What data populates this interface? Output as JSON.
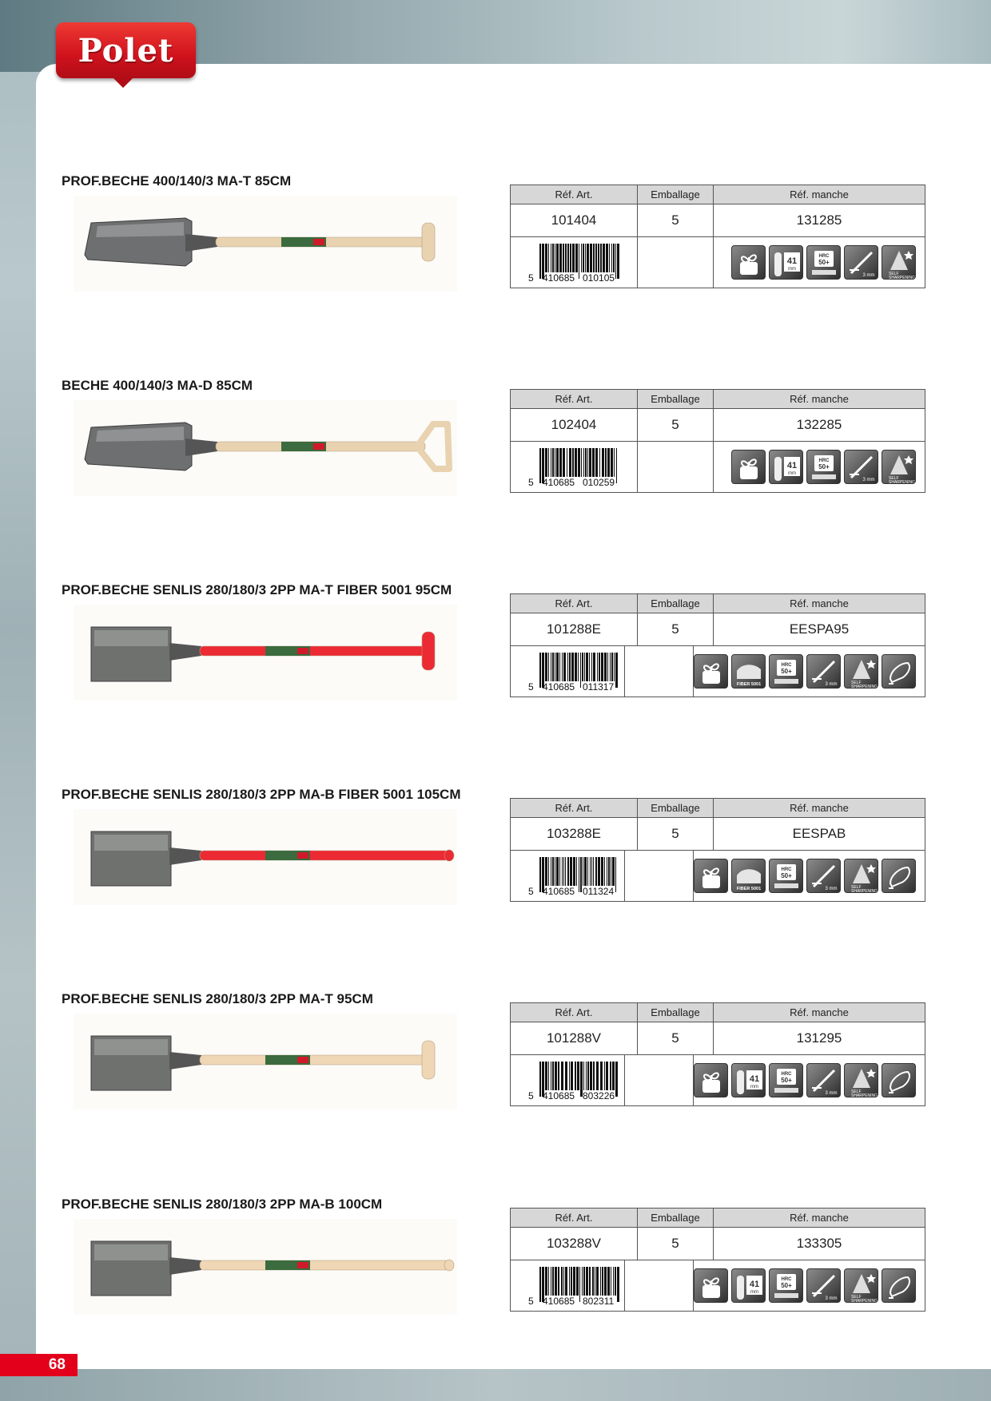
{
  "brand": {
    "name": "Polet"
  },
  "headers": {
    "ref_art": "Réf. Art.",
    "emballage": "Emballage",
    "ref_manche": "Réf. manche"
  },
  "page_number": "68",
  "colors": {
    "brand_red": "#d0121d",
    "header_grey": "#d7d7d7"
  },
  "products": [
    {
      "title": "PROF.BECHE 400/140/3 MA-T 85CM",
      "ref_art": "101404",
      "emballage": "5",
      "ref_manche": "131285",
      "barcode": {
        "first": "5",
        "left": "410685",
        "right": "010105"
      },
      "handle": "T",
      "shaft_color": "#e8d2b0",
      "icons": [
        "sprout-icon",
        "diameter-41mm-icon",
        "hrc-50-icon",
        "blade-3mm-icon",
        "self-sharpening-icon"
      ]
    },
    {
      "title": "BECHE 400/140/3 MA-D 85CM",
      "ref_art": "102404",
      "emballage": "5",
      "ref_manche": "132285",
      "barcode": {
        "first": "5",
        "left": "410685",
        "right": "010259"
      },
      "handle": "D",
      "shaft_color": "#e8d2b0",
      "icons": [
        "sprout-icon",
        "diameter-41mm-icon",
        "hrc-50-icon",
        "blade-3mm-icon",
        "self-sharpening-icon"
      ]
    },
    {
      "title": "PROF.BECHE SENLIS 280/180/3 2PP MA-T FIBER 5001 95CM",
      "ref_art": "101288E",
      "emballage": "5",
      "ref_manche": "EESPA95",
      "barcode": {
        "first": "5",
        "left": "410685",
        "right": "011317"
      },
      "handle": "T",
      "shaft_color": "#ec2a34",
      "icons": [
        "sprout-icon",
        "fiber-5001-icon",
        "hrc-50-icon",
        "blade-3mm-icon",
        "self-sharpening-icon",
        "step-foot-icon"
      ]
    },
    {
      "title": "PROF.BECHE SENLIS 280/180/3 2PP MA-B FIBER 5001 105CM",
      "ref_art": "103288E",
      "emballage": "5",
      "ref_manche": "EESPAB",
      "barcode": {
        "first": "5",
        "left": "410685",
        "right": "011324"
      },
      "handle": "B",
      "shaft_color": "#ec2a34",
      "icons": [
        "sprout-icon",
        "fiber-5001-icon",
        "hrc-50-icon",
        "blade-3mm-icon",
        "self-sharpening-icon",
        "step-foot-icon"
      ]
    },
    {
      "title": "PROF.BECHE SENLIS 280/180/3 2PP MA-T 95CM",
      "ref_art": "101288V",
      "emballage": "5",
      "ref_manche": "131295",
      "barcode": {
        "first": "5",
        "left": "410685",
        "right": "803226"
      },
      "handle": "T",
      "shaft_color": "#efd6b4",
      "icons": [
        "sprout-icon",
        "diameter-41mm-icon",
        "hrc-50-icon",
        "blade-3mm-icon",
        "self-sharpening-icon",
        "step-foot-icon"
      ]
    },
    {
      "title": "PROF.BECHE SENLIS 280/180/3 2PP MA-B 100CM",
      "ref_art": "103288V",
      "emballage": "5",
      "ref_manche": "133305",
      "barcode": {
        "first": "5",
        "left": "410685",
        "right": "802311"
      },
      "handle": "B",
      "shaft_color": "#efd6b4",
      "icons": [
        "sprout-icon",
        "diameter-41mm-icon",
        "hrc-50-icon",
        "blade-3mm-icon",
        "self-sharpening-icon",
        "step-foot-icon"
      ]
    }
  ]
}
